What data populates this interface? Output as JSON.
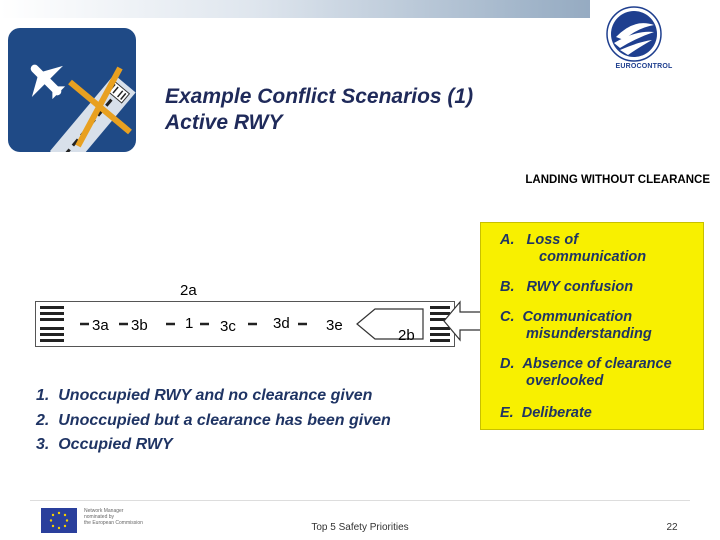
{
  "slide": {
    "title_line1": "Example Conflict Scenarios (1)",
    "title_line2": "Active RWY",
    "subtitle": "LANDING WITHOUT CLEARANCE"
  },
  "logo": {
    "text": "EUROCONTROL"
  },
  "runway": {
    "labels": {
      "l3a": "3a",
      "l3b": "3b",
      "l1": "1",
      "l3c": "3c",
      "l3d": "3d",
      "l3e": "3e",
      "l2a": "2a",
      "l2b": "2b"
    }
  },
  "causes": [
    {
      "letter": "A.",
      "text": "Loss of",
      "text2": "communication"
    },
    {
      "letter": "B.",
      "text": "RWY confusion"
    },
    {
      "letter": "C.",
      "text": "Communication",
      "text2": "misunderstanding"
    },
    {
      "letter": "D.",
      "text": "Absence of clearance",
      "text2": "overlooked"
    },
    {
      "letter": "E.",
      "text": "Deliberate"
    }
  ],
  "scenarios": [
    {
      "num": "1.",
      "text": "Unoccupied RWY and no clearance given"
    },
    {
      "num": "2.",
      "text": "Unoccupied but a clearance has been given"
    },
    {
      "num": "3.",
      "text": "Occupied RWY"
    }
  ],
  "footer": {
    "eu_text_1": "Network Manager",
    "eu_text_2": "nominated by",
    "eu_text_3": "the European Commission",
    "center": "Top 5 Safety Priorities",
    "page": "22"
  },
  "colors": {
    "title": "#1f2a5a",
    "tile": "#1f4a86",
    "cross": "#e8a020",
    "yellow": "#f8f000"
  }
}
